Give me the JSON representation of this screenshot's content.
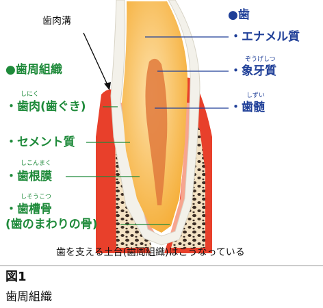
{
  "groove_label": "歯肉溝",
  "tooth_group": {
    "heading": "●歯",
    "items": [
      {
        "label": "・エナメル質",
        "ruby": ""
      },
      {
        "label": "・象牙質",
        "ruby": "ぞうげしつ"
      },
      {
        "label": "・歯髄",
        "ruby": "しずい"
      }
    ]
  },
  "periodontium_group": {
    "heading": "●歯周組織",
    "items": [
      {
        "label": "・歯肉(歯ぐき)",
        "ruby": "しにく"
      },
      {
        "label": "・セメント質",
        "ruby": ""
      },
      {
        "label": "・歯根膜",
        "ruby": "しこんまく"
      },
      {
        "label": "・歯槽骨",
        "ruby": "しそうこつ"
      },
      {
        "label": "(歯のまわりの骨)",
        "ruby": ""
      }
    ]
  },
  "caption": "歯を支える土台(歯周組織)はこうなっている",
  "figure": {
    "number": "図1",
    "title": "歯周組織"
  },
  "colors": {
    "green_label": "#1e8a3a",
    "blue_label": "#1f3f98",
    "gum": "#e8402b",
    "gum_light": "#f7a58f",
    "dentin": "#f6b03a",
    "enamel": "#f3f1ea",
    "pulp": "#e07a3c",
    "bone": "#3b2d24"
  }
}
